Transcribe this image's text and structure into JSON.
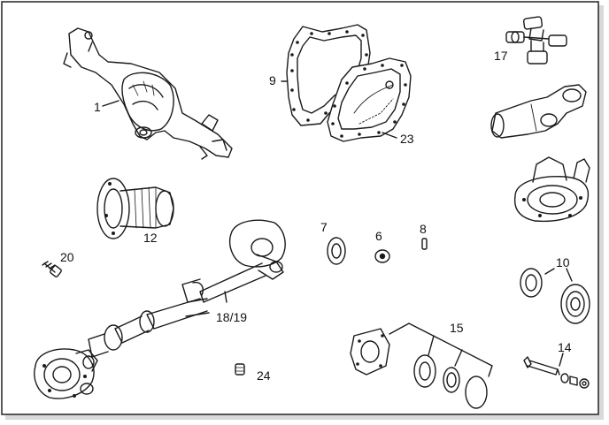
{
  "diagram": {
    "labels": {
      "p1": "1",
      "p9": "9",
      "p23": "23",
      "p17": "17",
      "p12": "12",
      "p7": "7",
      "p6": "6",
      "p8": "8",
      "p20": "20",
      "p10": "10",
      "p18_19": "18/19",
      "p15": "15",
      "p14": "14",
      "p24": "24"
    }
  }
}
